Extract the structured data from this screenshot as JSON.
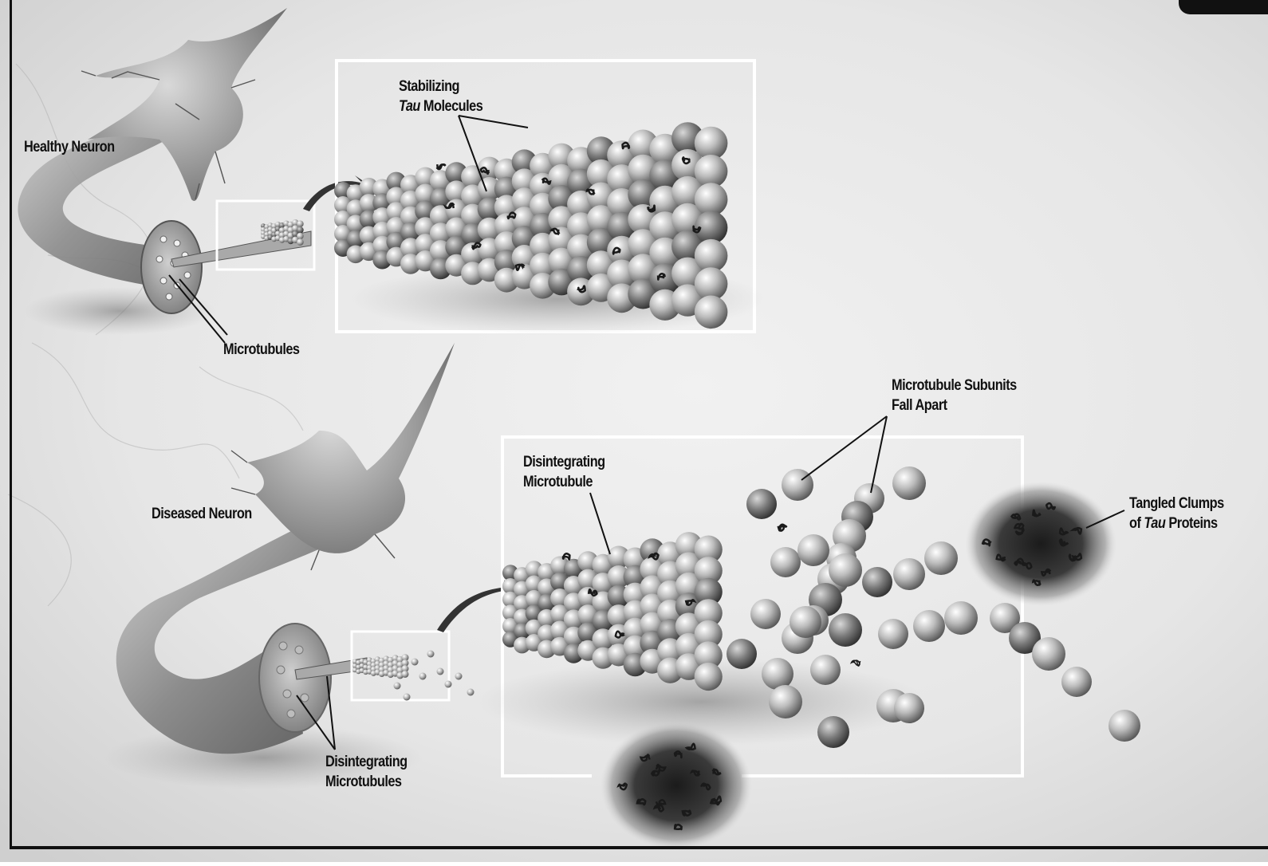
{
  "labels": {
    "healthy_neuron": "Healthy Neuron",
    "stabilizing_tau": {
      "line1": "Stabilizing",
      "line2_italic": "Tau",
      "line2_rest": " Molecules"
    },
    "microtubules": "Microtubules",
    "diseased_neuron": "Diseased Neuron",
    "disintegrating_microtubule": {
      "line1": "Disintegrating",
      "line2": "Microtubule"
    },
    "subunits_fall_apart": {
      "line1": "Microtubule Subunits",
      "line2": "Fall Apart"
    },
    "tangled_clumps": {
      "line1": "Tangled Clumps",
      "line2_pre": "of ",
      "line2_italic": "Tau",
      "line2_rest": " Proteins"
    },
    "disintegrating_microtubules": {
      "line1": "Disintegrating",
      "line2": "Microtubules"
    }
  },
  "colors": {
    "background": "#e9e9e9",
    "frame_line": "#ffffff",
    "text": "#111111",
    "sphere_light": "#f2f2f2",
    "sphere_dark": "#4a4a4a"
  }
}
